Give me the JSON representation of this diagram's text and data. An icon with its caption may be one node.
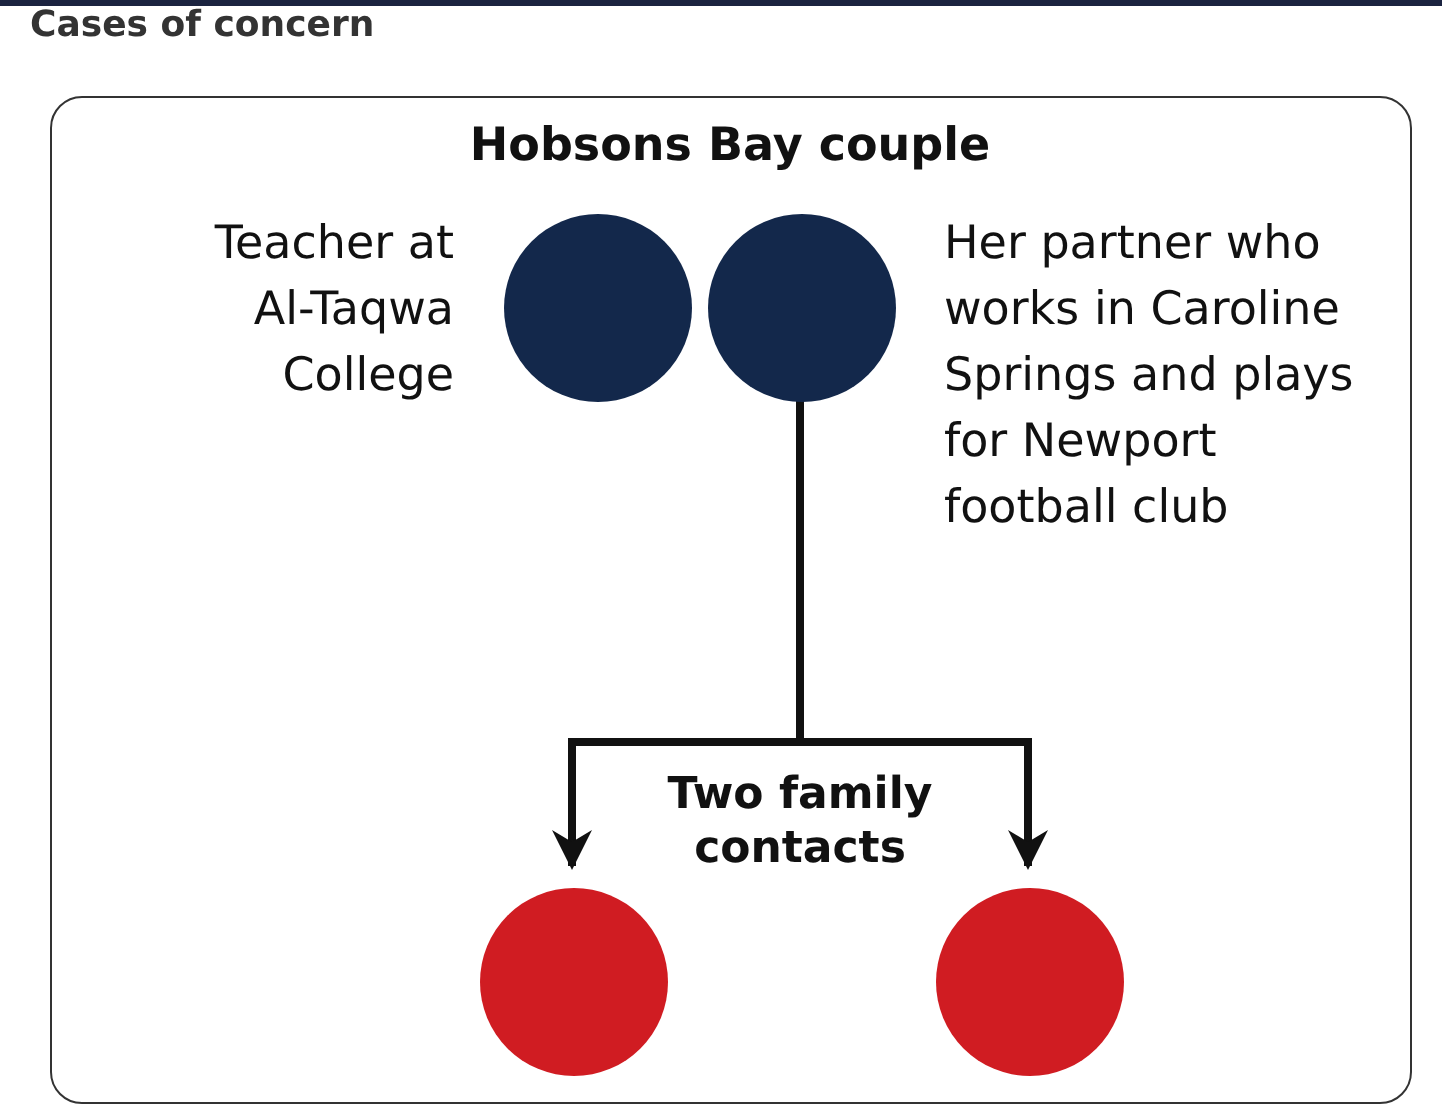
{
  "diagram": {
    "title": "Cases of concern",
    "nodes": [
      {
        "text": [],
        "shape": "box"
      },
      {
        "text": [],
        "shape": "circle",
        "in": 0,
        "beside": [
          "Teacher at Al-Taqwa College"
        ]
      },
      {
        "text": [],
        "shape": "circle",
        "in": 0,
        "beside": [
          "Her partner who works in Caroline Springs and plays for Newport football club"
        ]
      },
      {
        "text": [],
        "shape": "circle",
        "in": 0
      },
      {
        "text": [],
        "shape": "circle",
        "in": 0
      }
    ],
    "edges": [
      {
        "from": 2,
        "to": 3,
        "arrow": "to"
      },
      {
        "from": 2,
        "to": 4,
        "arrow": "to"
      }
    ],
    "labels": [
      "Hobsons Bay couple",
      "Two family contacts"
    ]
  }
}
